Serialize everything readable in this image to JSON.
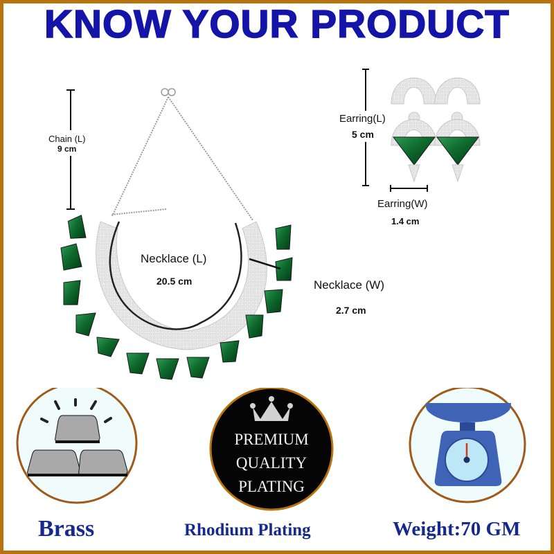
{
  "header": {
    "title": "KNOW YOUR PRODUCT"
  },
  "colors": {
    "frame_border": "#b8740f",
    "title_blue": "#1414a8",
    "caption_blue": "#152a8c",
    "emerald_green": "#0d6b2e",
    "silver": "#d9d9d9"
  },
  "necklace": {
    "chain_length": {
      "label": "Chain (L)",
      "value": "9 cm"
    },
    "length": {
      "label": "Necklace (L)",
      "value": "20.5 cm"
    },
    "width": {
      "label": "Necklace (W)",
      "value": "2.7 cm"
    }
  },
  "earring": {
    "length": {
      "label": "Earring(L)",
      "value": "5 cm"
    },
    "width": {
      "label": "Earring(W)",
      "value": "1.4 cm"
    }
  },
  "badges": [
    {
      "icon": "metal-bars-icon",
      "caption": "Brass"
    },
    {
      "icon": "premium-crown-icon",
      "lines": [
        "PREMIUM",
        "QUALITY",
        "PLATING"
      ],
      "caption": "Rhodium Plating"
    },
    {
      "icon": "weighing-scale-icon",
      "caption": "Weight:70 GM"
    }
  ]
}
